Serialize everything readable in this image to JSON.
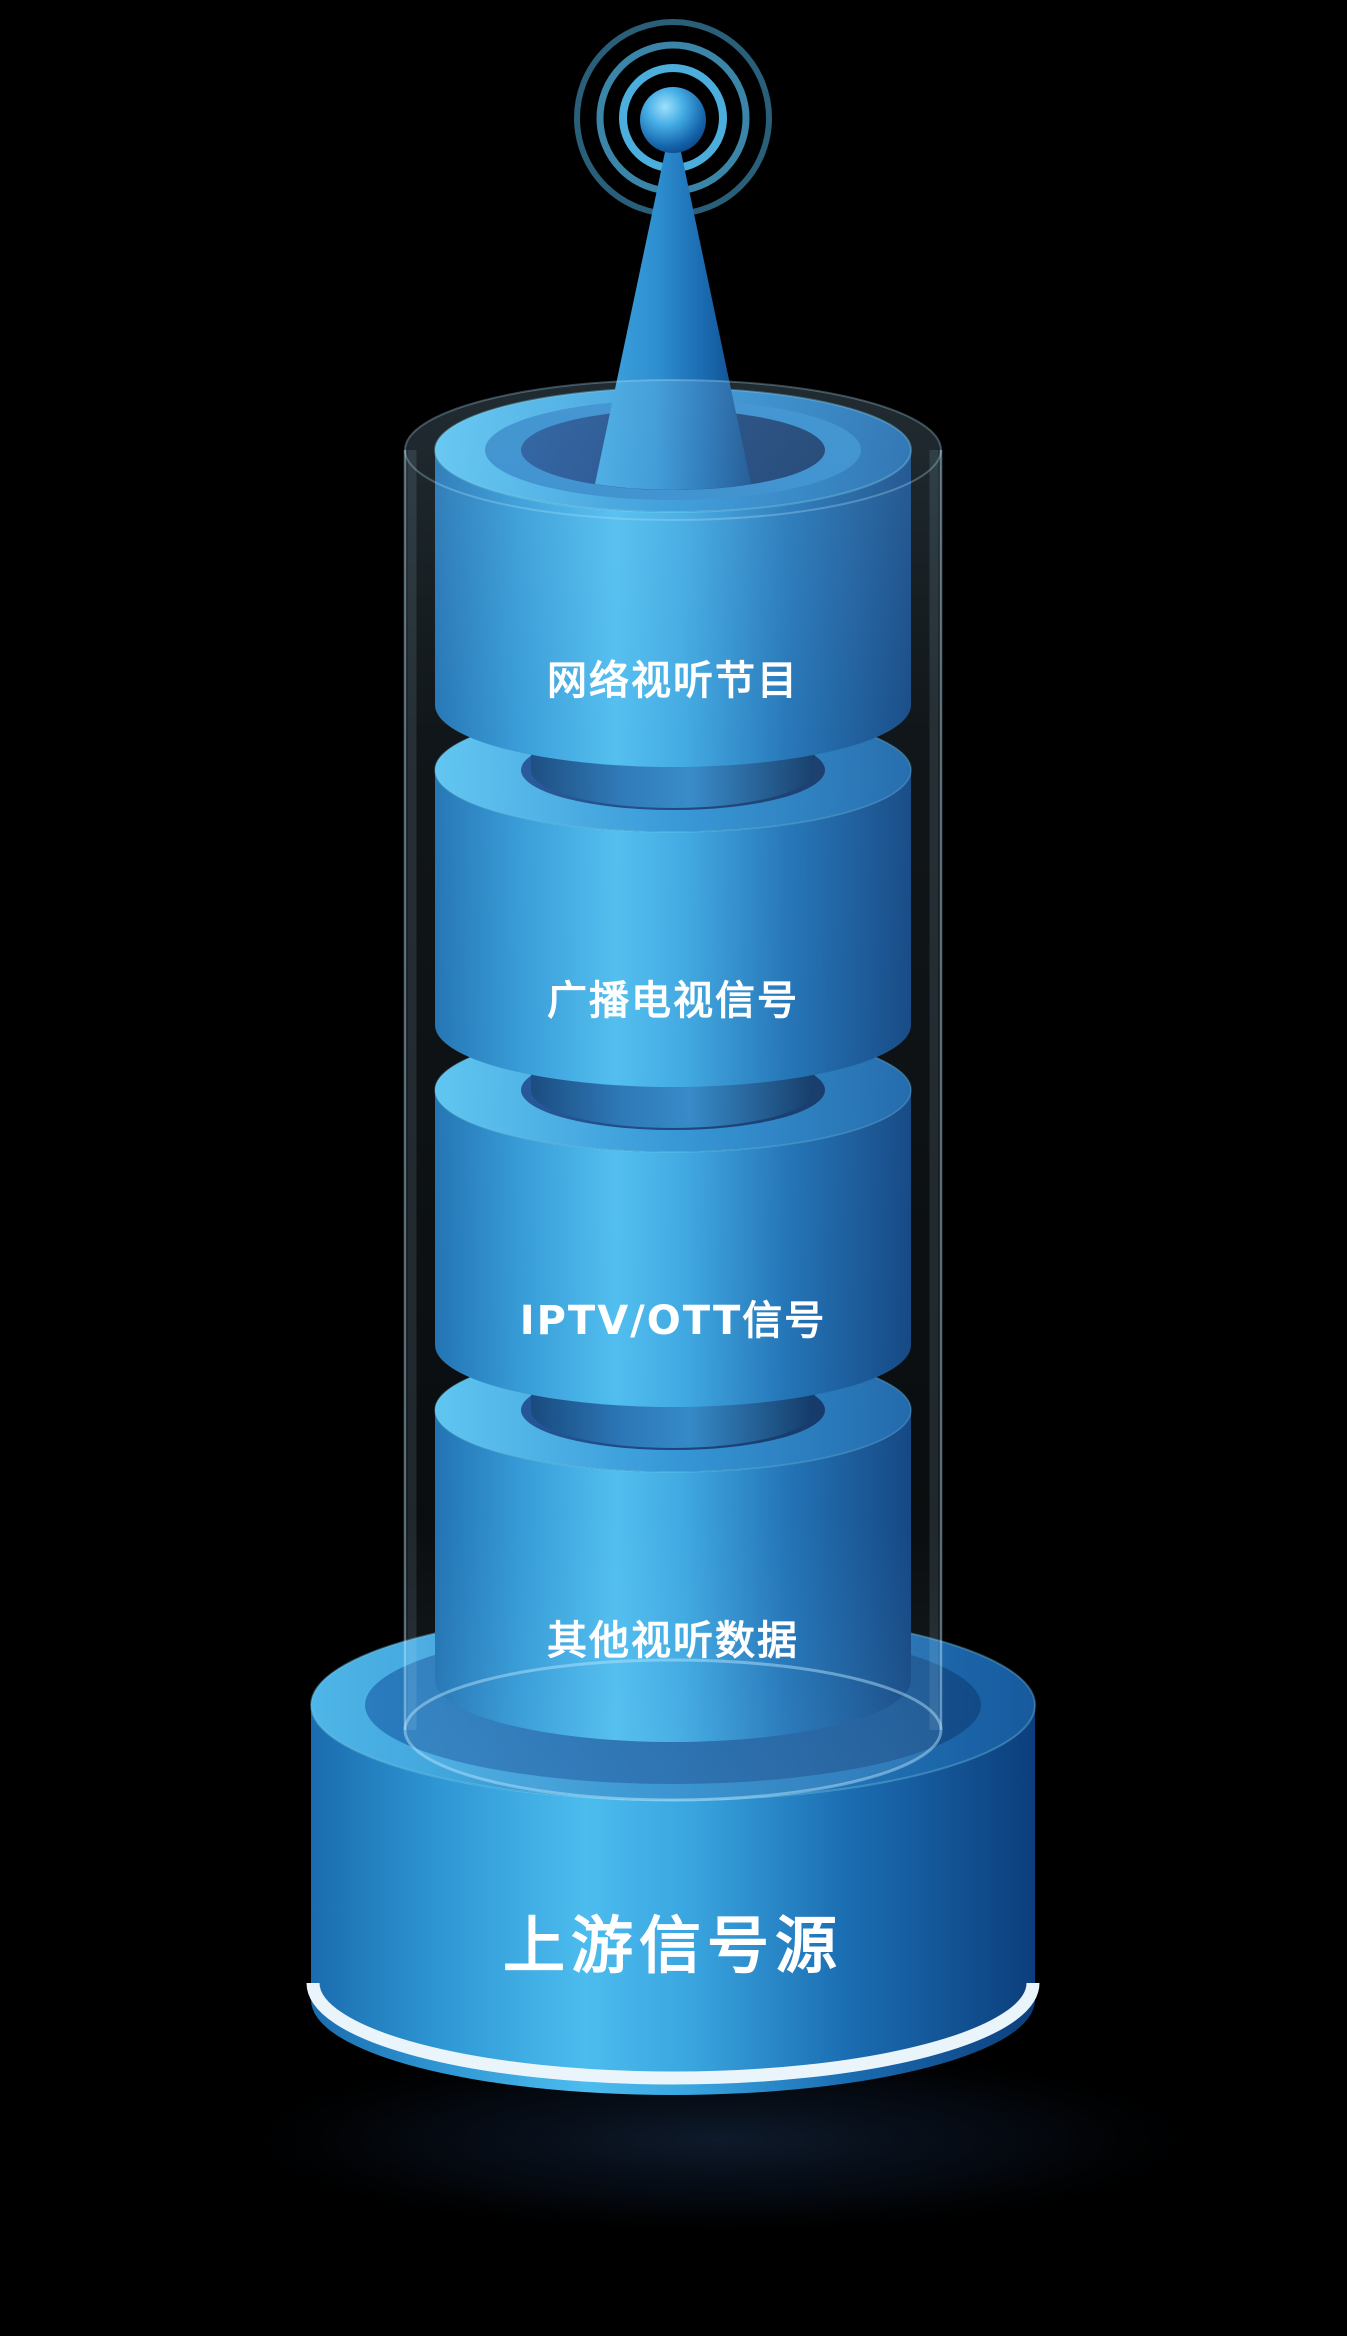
{
  "tower": {
    "antenna": {
      "name": "signal-antenna"
    },
    "layers": [
      {
        "label": "网络视听节目"
      },
      {
        "label": "广播电视信号"
      },
      {
        "label": "IPTV/OTT信号"
      },
      {
        "label": "其他视听数据"
      }
    ],
    "base": {
      "label": "上游信号源"
    }
  },
  "colors": {
    "background": "#000000",
    "cylinder_highlight": "#4cbcee",
    "cylinder_mid": "#2f97d4",
    "cylinder_dark": "#0c3e7c",
    "hole_dark": "#143a74",
    "glow": "#a5dcfa",
    "stripe": "#eaf4fb",
    "text": "#ffffff"
  }
}
